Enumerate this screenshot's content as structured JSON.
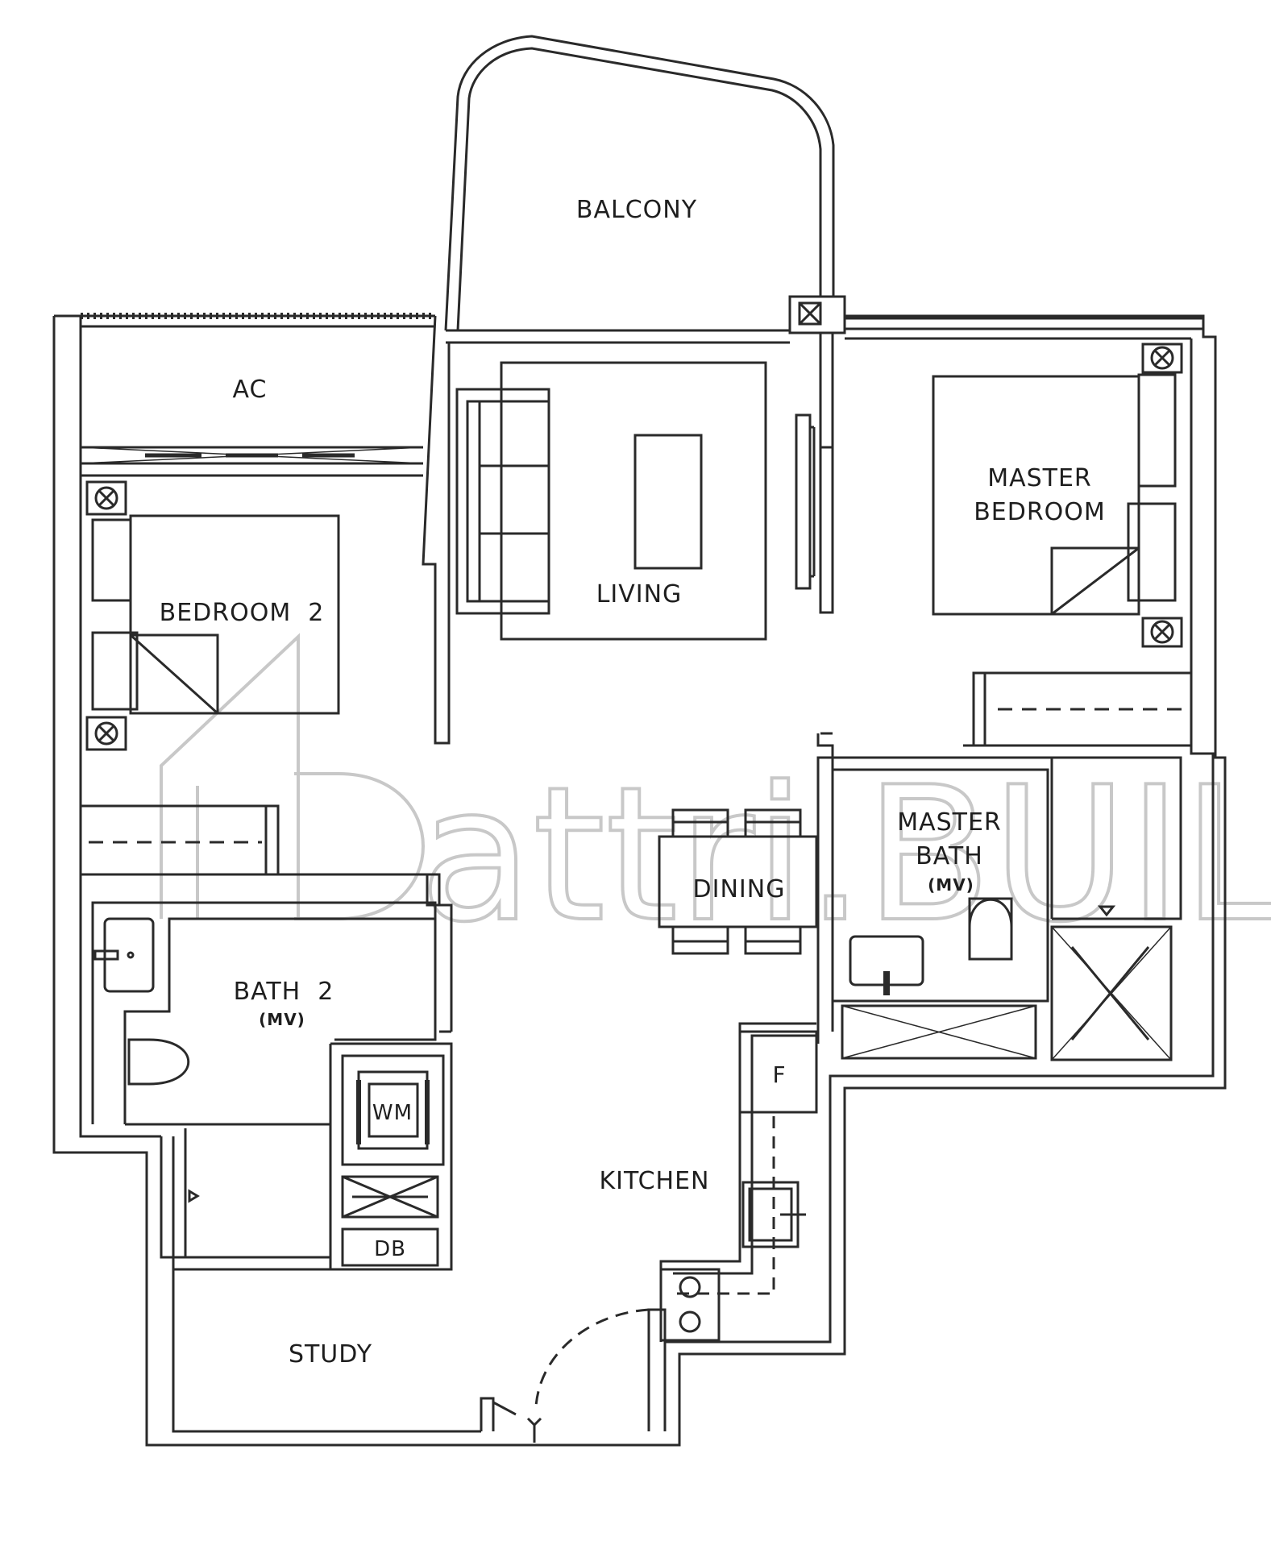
{
  "rooms": {
    "balcony": "BALCONY",
    "ac": "AC",
    "living": "LIVING",
    "master_bedroom_1": "MASTER",
    "master_bedroom_2": "BEDROOM",
    "bedroom2": "BEDROOM  2",
    "master_bath_1": "MASTER",
    "master_bath_2": "BATH",
    "master_bath_mv": "(MV)",
    "dining": "DINING",
    "bath2": "BATH  2",
    "bath2_mv": "(MV)",
    "kitchen": "KITCHEN",
    "study": "STUDY"
  },
  "fixtures": {
    "wm": "WM",
    "db": "DB",
    "fridge": "F"
  },
  "watermark": "attri.BUILD",
  "colors": {
    "line": "#2a2a2a",
    "watermark": "#c8c8c8",
    "background": "#ffffff"
  }
}
